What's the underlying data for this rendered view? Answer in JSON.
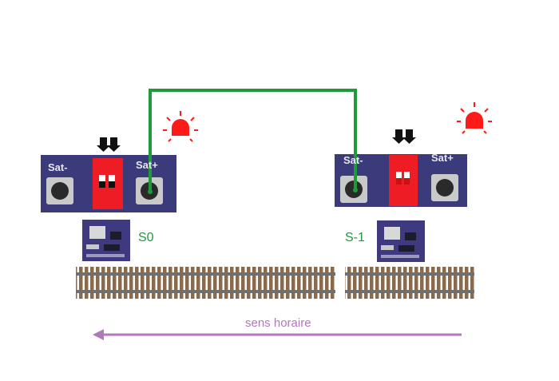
{
  "diagram": {
    "sensors": [
      {
        "id": "S0",
        "label": "S0",
        "left_button": "Sat-",
        "right_button": "Sat+"
      },
      {
        "id": "S-1",
        "label": "S-1",
        "left_button": "Sat-",
        "right_button": "Sat+"
      }
    ],
    "direction_label": "sens horaire",
    "colors": {
      "wire": "#1e9a3a",
      "label_green": "#1e9a3a",
      "arrow_purple": "#b07ab8",
      "signal_red": "#ff1a1a",
      "pcb_purple": "#3b3a7a",
      "switch_red": "#ee1c25",
      "rail": "#6f6f6f",
      "sleeper": "#8a6a4a"
    },
    "icons": [
      "alarm-light-icon",
      "double-down-arrow-icon"
    ]
  }
}
